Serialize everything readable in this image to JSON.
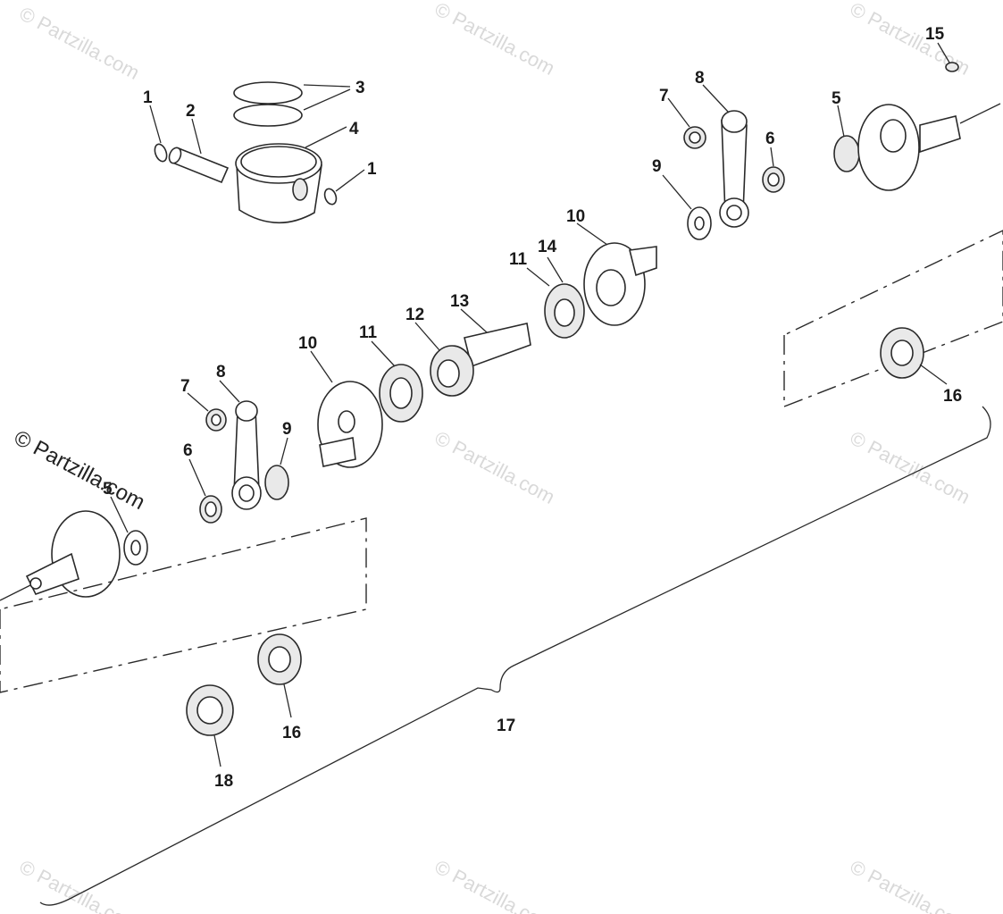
{
  "watermark": "© Partzilla.com",
  "callouts": {
    "c1a": "1",
    "c2": "2",
    "c3": "3",
    "c4": "4",
    "c1b": "1",
    "c7a": "7",
    "c8a": "8",
    "c5a": "5",
    "c15": "15",
    "c6a": "6",
    "c9a": "9",
    "c10a": "10",
    "c11a": "11",
    "c14": "14",
    "c12": "12",
    "c13": "13",
    "c10b": "10",
    "c11b": "11",
    "c7b": "7",
    "c8b": "8",
    "c9b": "9",
    "c6b": "6",
    "c5b": "5",
    "c16a": "16",
    "c16b": "16",
    "c17": "17",
    "c18": "18"
  }
}
